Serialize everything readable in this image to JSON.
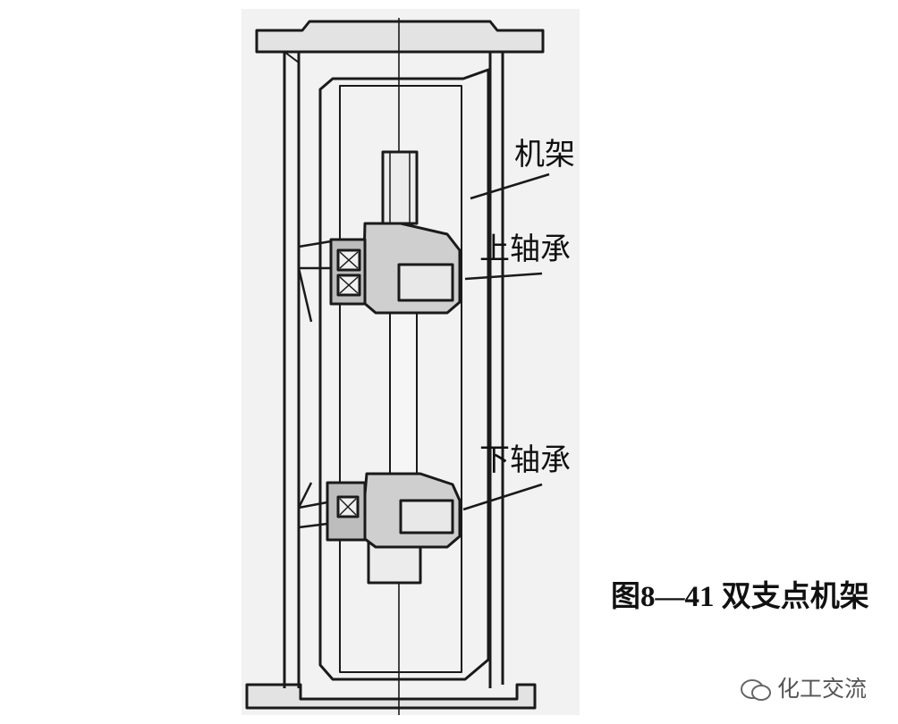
{
  "labels": {
    "frame": "机架",
    "upper_bearing": "上轴承",
    "lower_bearing": "下轴承"
  },
  "caption": "图8—41 双支点机架",
  "watermark": "化工交流",
  "colors": {
    "ink": "#1a1a1a",
    "paper": "#f4f4f4",
    "shade": "#d8d8d8"
  }
}
